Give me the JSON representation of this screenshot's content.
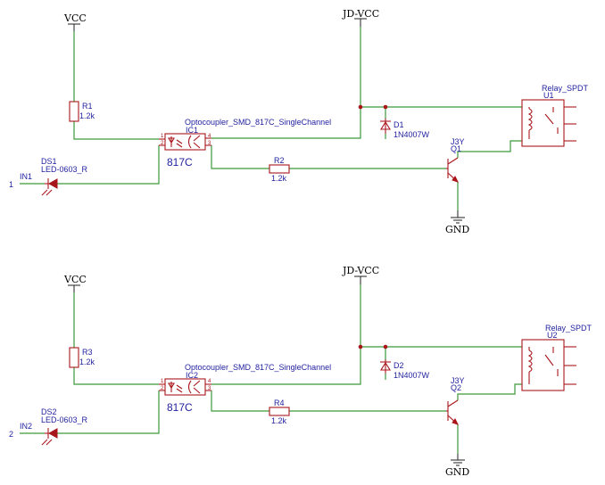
{
  "power": {
    "vcc": "VCC",
    "jd_vcc": "JD-VCC",
    "gnd": "GND"
  },
  "pins": {
    "p1": "1",
    "p2": "2",
    "p3": "3",
    "p4": "4"
  },
  "channels": [
    {
      "input": {
        "number": "1",
        "name": "IN1"
      },
      "led": {
        "ref": "DS1",
        "value": "LED-0603_R"
      },
      "r_pullup": {
        "ref": "R1",
        "value": "1.2k"
      },
      "opto": {
        "ref": "IC1",
        "value": "Optocoupler_SMD_817C_SingleChannel",
        "marking": "817C"
      },
      "r_base": {
        "ref": "R2",
        "value": "1.2k"
      },
      "diode": {
        "ref": "D1",
        "value": "1N4007W"
      },
      "transistor": {
        "ref": "Q1",
        "value": "J3Y"
      },
      "relay": {
        "ref": "U1",
        "value": "Relay_SPDT"
      }
    },
    {
      "input": {
        "number": "2",
        "name": "IN2"
      },
      "led": {
        "ref": "DS2",
        "value": "LED-0603_R"
      },
      "r_pullup": {
        "ref": "R3",
        "value": "1.2k"
      },
      "opto": {
        "ref": "IC2",
        "value": "Optocoupler_SMD_817C_SingleChannel",
        "marking": "817C"
      },
      "r_base": {
        "ref": "R4",
        "value": "1.2k"
      },
      "diode": {
        "ref": "D2",
        "value": "1N4007W"
      },
      "transistor": {
        "ref": "Q2",
        "value": "J3Y"
      },
      "relay": {
        "ref": "U2",
        "value": "Relay_SPDT"
      }
    }
  ]
}
